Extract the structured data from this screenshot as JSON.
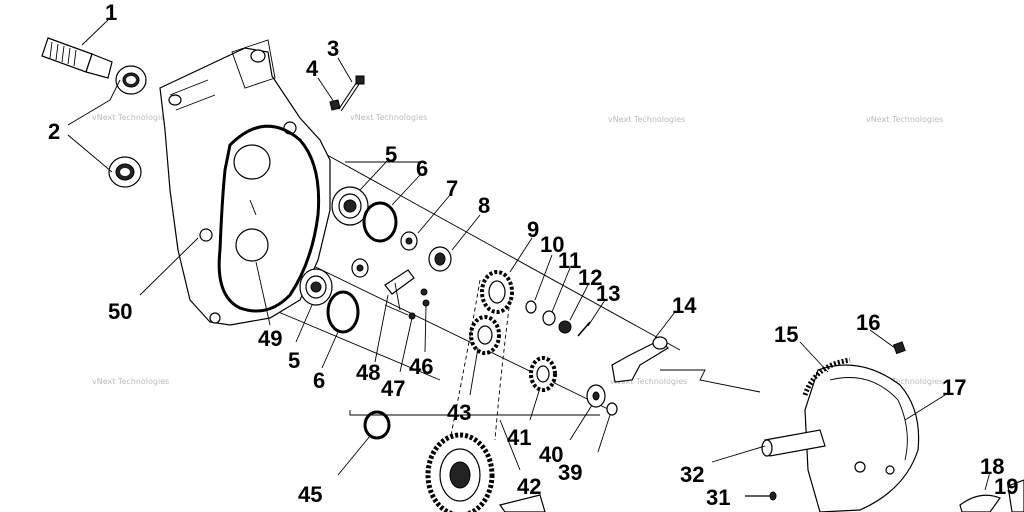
{
  "diagram": {
    "callouts": [
      {
        "id": "1",
        "text": "1"
      },
      {
        "id": "2",
        "text": "2"
      },
      {
        "id": "3",
        "text": "3"
      },
      {
        "id": "4",
        "text": "4"
      },
      {
        "id": "5a",
        "text": "5"
      },
      {
        "id": "5b",
        "text": "5"
      },
      {
        "id": "6a",
        "text": "6"
      },
      {
        "id": "6b",
        "text": "6"
      },
      {
        "id": "7",
        "text": "7"
      },
      {
        "id": "8",
        "text": "8"
      },
      {
        "id": "9",
        "text": "9"
      },
      {
        "id": "10",
        "text": "10"
      },
      {
        "id": "11",
        "text": "11"
      },
      {
        "id": "12",
        "text": "12"
      },
      {
        "id": "13",
        "text": "13"
      },
      {
        "id": "14",
        "text": "14"
      },
      {
        "id": "15",
        "text": "15"
      },
      {
        "id": "16",
        "text": "16"
      },
      {
        "id": "17",
        "text": "17"
      },
      {
        "id": "18",
        "text": "18"
      },
      {
        "id": "19",
        "text": "19"
      },
      {
        "id": "31",
        "text": "31"
      },
      {
        "id": "32",
        "text": "32"
      },
      {
        "id": "39",
        "text": "39"
      },
      {
        "id": "40",
        "text": "40"
      },
      {
        "id": "41",
        "text": "41"
      },
      {
        "id": "42",
        "text": "42"
      },
      {
        "id": "43",
        "text": "43"
      },
      {
        "id": "45",
        "text": "45"
      },
      {
        "id": "46",
        "text": "46"
      },
      {
        "id": "47",
        "text": "47"
      },
      {
        "id": "48",
        "text": "48"
      },
      {
        "id": "49",
        "text": "49"
      },
      {
        "id": "50",
        "text": "50"
      }
    ],
    "watermark": "vNext Technologies"
  }
}
